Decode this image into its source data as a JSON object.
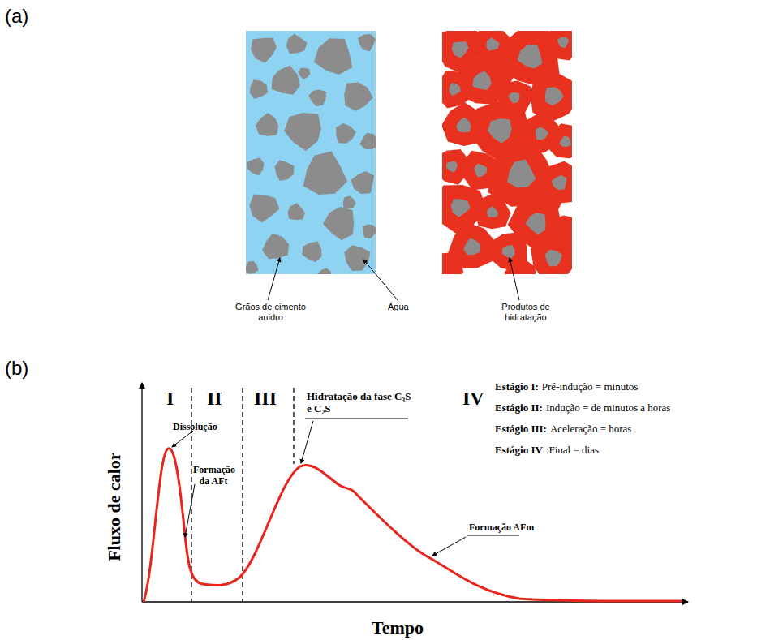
{
  "diagram": {
    "labels": [
      "(a)",
      "Grãos de cimento anidro",
      "Água",
      "Produtos de hidratação",
      "(b)",
      "I",
      "II",
      "III",
      "IV",
      "Dissolução",
      "Formação da AFt",
      "Hidratação da fase C₃S e C₂S",
      "Formação AFm",
      "Estágio I:",
      "Pré-indução  = minutos",
      "Estágio II:",
      "Indução = de minutos a horas",
      "Estágio III:",
      "Aceleração = horas",
      "Estágio IV",
      ":Final = dias",
      "Fluxo de calor",
      "Tempo"
    ]
  }
}
